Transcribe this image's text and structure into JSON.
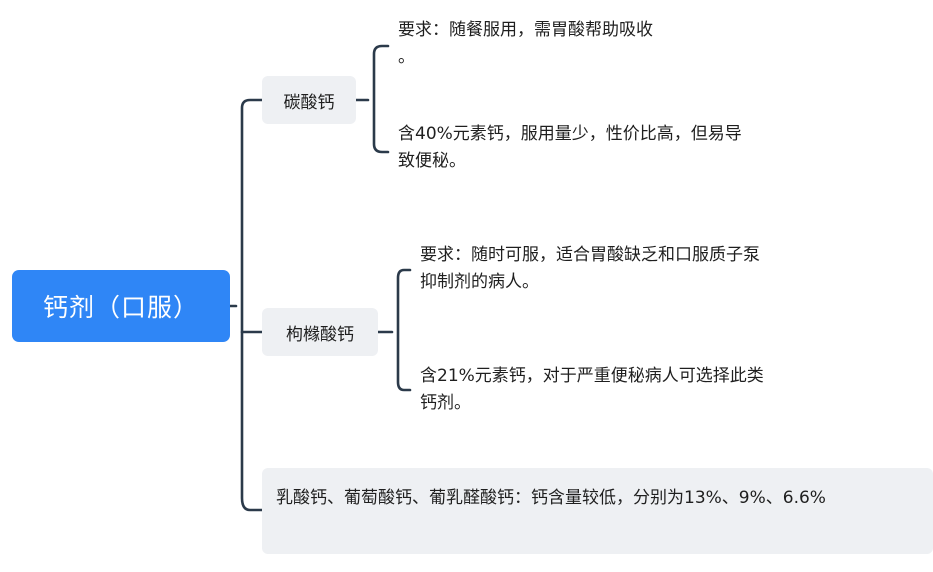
{
  "mindmap": {
    "root": {
      "label": "钙剂（口服）"
    },
    "branches": [
      {
        "label": "碳酸钙",
        "notes": [
          "要求：随餐服用，需胃酸帮助吸收\n。",
          "含40%元素钙，服用量少，性价比高，但易导致便秘。"
        ]
      },
      {
        "label": "枸橼酸钙",
        "notes": [
          "要求：随时可服，适合胃酸缺乏和口服质子泵抑制剂的病人。",
          "含21%元素钙，对于严重便秘病人可选择此类钙剂。"
        ]
      },
      {
        "label": "乳酸钙、葡萄酸钙、葡乳醛酸钙：钙含量较低，分别为13%、9%、6.6%",
        "notes": []
      }
    ]
  },
  "colors": {
    "root_fill": "#2f86f6",
    "branch_fill": "#eef0f3",
    "connector": "#2b3a4a"
  }
}
